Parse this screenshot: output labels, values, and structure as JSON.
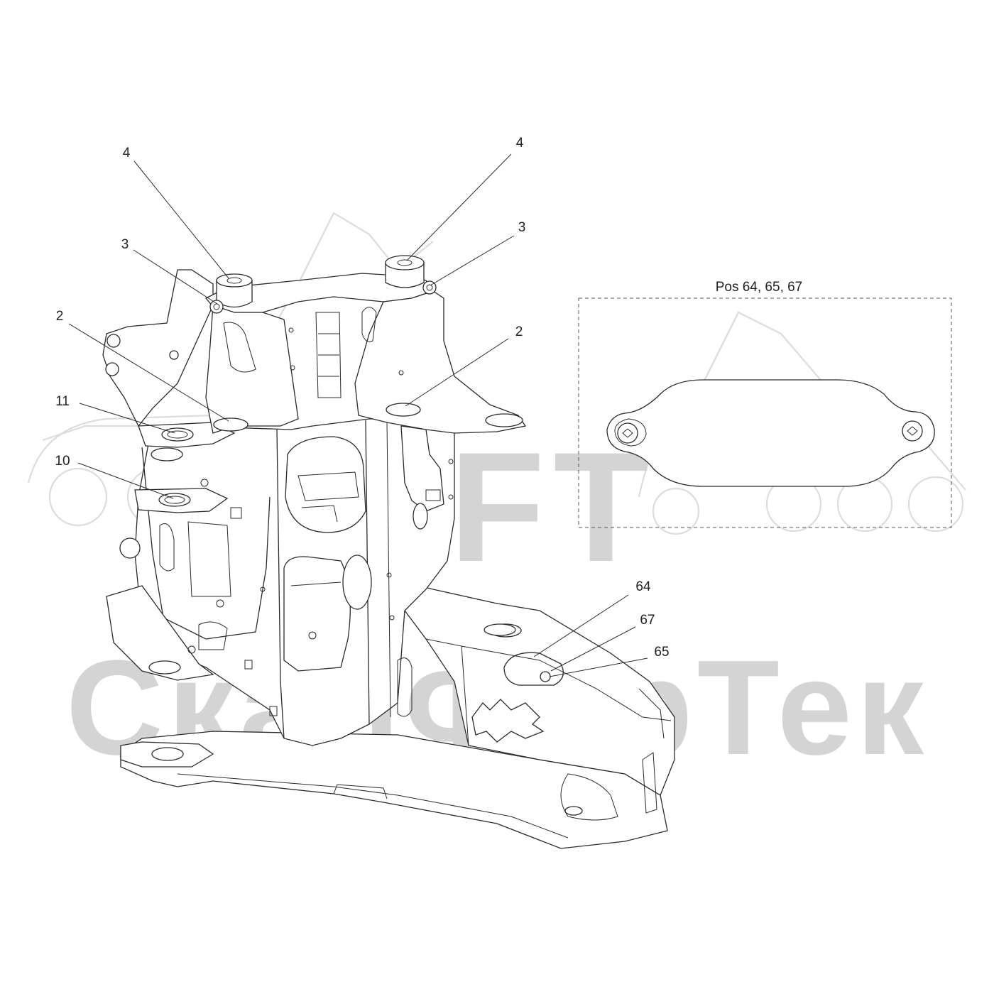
{
  "watermark": {
    "logo_letters": "SFT",
    "company_text": "СканФорТек"
  },
  "detail_box": {
    "title": "Pos 64, 65, 67"
  },
  "callouts": [
    {
      "id": "c4a",
      "label": "4"
    },
    {
      "id": "c4b",
      "label": "4"
    },
    {
      "id": "c3a",
      "label": "3"
    },
    {
      "id": "c3b",
      "label": "3"
    },
    {
      "id": "c2a",
      "label": "2"
    },
    {
      "id": "c2b",
      "label": "2"
    },
    {
      "id": "c11",
      "label": "11"
    },
    {
      "id": "c10",
      "label": "10"
    },
    {
      "id": "c64",
      "label": "64"
    },
    {
      "id": "c67",
      "label": "67"
    },
    {
      "id": "c65",
      "label": "65"
    }
  ]
}
